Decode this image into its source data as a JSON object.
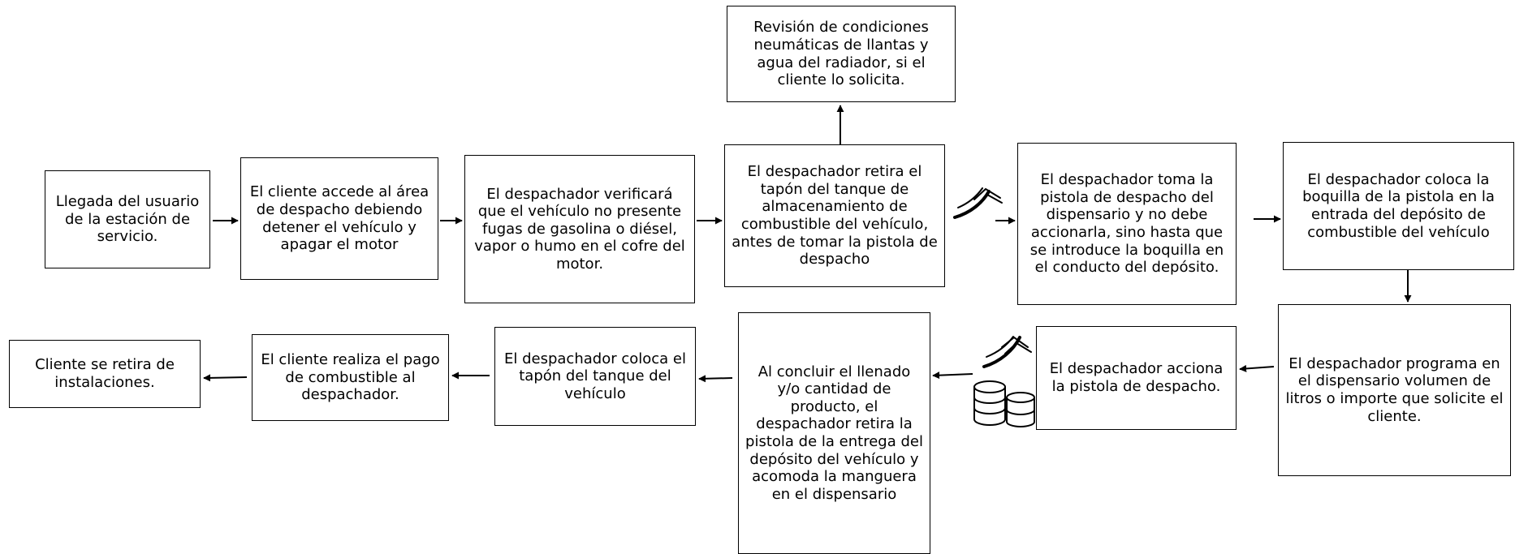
{
  "steps": [
    {
      "id": "b1",
      "text": "Llegada del usuario de la estación de servicio."
    },
    {
      "id": "b2",
      "text": "El cliente accede al área de despacho debiendo detener el vehículo y apagar el motor"
    },
    {
      "id": "b3",
      "text": "El despachador verificará que el vehículo no presente fugas de gasolina o diésel, vapor o humo en el cofre del motor."
    },
    {
      "id": "b4",
      "text": "El despachador retira el tapón del tanque de almacenamiento de combustible del vehículo, antes de tomar la pistola de despacho"
    },
    {
      "id": "b5",
      "text": "Revisión de condiciones neumáticas de llantas y agua del radiador, si el cliente lo solicita."
    },
    {
      "id": "b6",
      "text": "El despachador toma la pistola de despacho del dispensario y no debe accionarla, sino hasta que se introduce la boquilla en el conducto del depósito."
    },
    {
      "id": "b7",
      "text": "El despachador coloca la boquilla de la pistola en la entrada del depósito de combustible del vehículo"
    },
    {
      "id": "b8",
      "text": "El despachador programa en el dispensario volumen de litros o importe que solicite el cliente."
    },
    {
      "id": "b9",
      "text": "El despachador acciona la pistola de despacho."
    },
    {
      "id": "b10",
      "text": "Al concluir el llenado y/o cantidad de producto, el despachador retira la pistola de la entrega del depósito del vehículo y acomoda la manguera en el dispensario"
    },
    {
      "id": "b11",
      "text": "El despachador coloca el tapón del tanque del vehículo"
    },
    {
      "id": "b12",
      "text": "El cliente realiza el pago de combustible al despachador."
    },
    {
      "id": "b13",
      "text": "Cliente se retira de instalaciones."
    }
  ],
  "icons": [
    "fuel-nozzle-icon",
    "fuel-nozzle-icon",
    "fuel-tanks-icon"
  ],
  "colors": {
    "line": "#000000",
    "box_fill": "#ffffff",
    "text": "#000000"
  }
}
